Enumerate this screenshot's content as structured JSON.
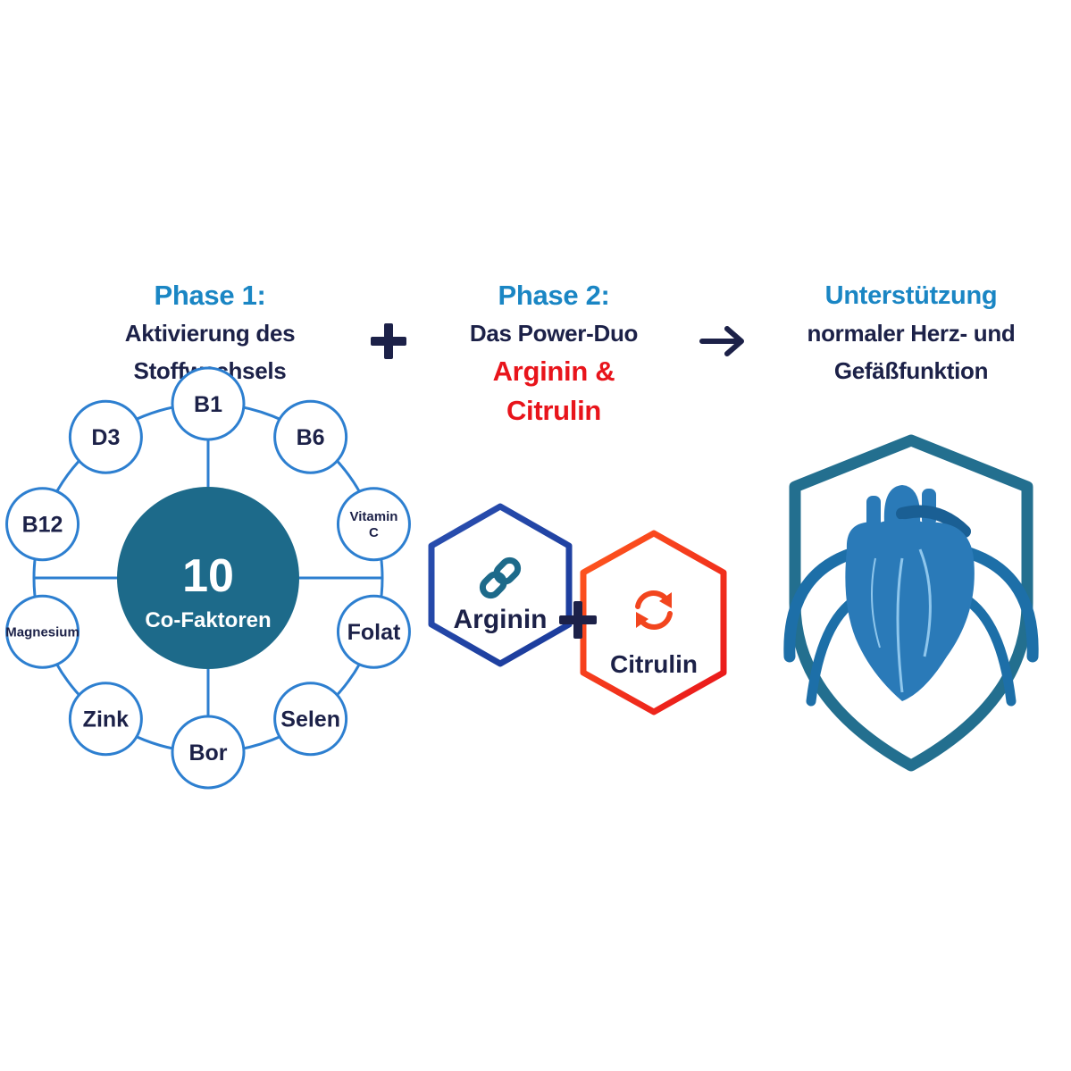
{
  "phase1": {
    "label": "Phase 1:",
    "desc_line1": "Aktivierung des",
    "desc_line2": "Stoffwechsels",
    "center_number": "10",
    "center_label": "Co-Faktoren",
    "nodes": [
      "B1",
      "B6",
      "Vitamin C",
      "Folat",
      "Selen",
      "Bor",
      "Zink",
      "Magnesium",
      "B12",
      "D3"
    ]
  },
  "operator_plus": "+",
  "phase2": {
    "label": "Phase 2:",
    "desc": "Das Power-Duo",
    "accent_line1": "Arginin &",
    "accent_line2": "Citrulin",
    "hex_left": "Arginin",
    "hex_right": "Citrulin"
  },
  "operator_arrow": "→",
  "result": {
    "title": "Unterstützung",
    "line1": "normaler Herz- und",
    "line2": "Gefäßfunktion"
  },
  "colors": {
    "phase_blue": "#1a86c4",
    "navy": "#1c2148",
    "accent_red": "#e8141b",
    "teal_center": "#1d6a8a",
    "node_border": "#2d7fd0",
    "shield": "#236f8f",
    "heart": "#2a7ab8"
  },
  "icons": [
    "plus-icon",
    "arrow-right-icon",
    "chain-link-icon",
    "cycle-arrows-icon",
    "heart-shield-icon"
  ]
}
